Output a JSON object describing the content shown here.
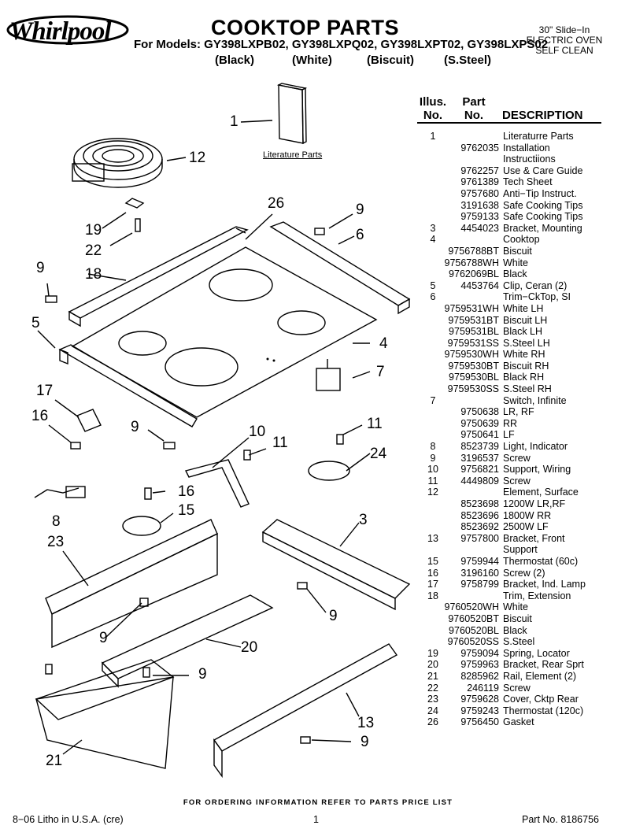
{
  "header": {
    "brand": "Whirlpool",
    "title": "COOKTOP PARTS",
    "models_line": "For Models: GY398LXPB02, GY398LXPQ02, GY398LXPT02, GY398LXPS02",
    "colors": [
      "(Black)",
      "(White)",
      "(Biscuit)",
      "(S.Steel)"
    ],
    "product_line1": "30\" Slide−In",
    "product_line2": "ELECTRIC OVEN",
    "product_line3": "SELF CLEAN"
  },
  "table_header": {
    "illus_1": "Illus.",
    "illus_2": "No.",
    "part_1": "Part",
    "part_2": "No.",
    "description": "DESCRIPTION"
  },
  "parts": [
    {
      "illus": "1",
      "part": "",
      "desc": "Literaturre Parts"
    },
    {
      "illus": "",
      "part": "9762035",
      "desc": "Installation"
    },
    {
      "illus": "",
      "part": "",
      "desc": "Instructiions"
    },
    {
      "illus": "",
      "part": "9762257",
      "desc": "Use & Care Guide"
    },
    {
      "illus": "",
      "part": "9761389",
      "desc": "Tech Sheet"
    },
    {
      "illus": "",
      "part": "9757680",
      "desc": "Anti−Tip Instruct."
    },
    {
      "illus": "",
      "part": "3191638",
      "desc": "Safe Cooking Tips"
    },
    {
      "illus": "",
      "part": "9759133",
      "desc": "Safe Cooking Tips"
    },
    {
      "illus": "3",
      "part": "4454023",
      "desc": "Bracket, Mounting"
    },
    {
      "illus": "4",
      "part": "",
      "desc": "Cooktop"
    },
    {
      "illus": "",
      "part": "9756788BT",
      "desc": "Biscuit"
    },
    {
      "illus": "",
      "part": "9756788WH",
      "desc": "White"
    },
    {
      "illus": "",
      "part": "9762069BL",
      "desc": "Black"
    },
    {
      "illus": "5",
      "part": "4453764",
      "desc": "Clip, Ceran (2)"
    },
    {
      "illus": "6",
      "part": "",
      "desc": "Trim−CkTop, SI"
    },
    {
      "illus": "",
      "part": "9759531WH",
      "desc": "White LH"
    },
    {
      "illus": "",
      "part": "9759531BT",
      "desc": "Biscuit LH"
    },
    {
      "illus": "",
      "part": "9759531BL",
      "desc": "Black LH"
    },
    {
      "illus": "",
      "part": "9759531SS",
      "desc": "S.Steel LH"
    },
    {
      "illus": "",
      "part": "9759530WH",
      "desc": "White RH"
    },
    {
      "illus": "",
      "part": "9759530BT",
      "desc": "Biscuit RH"
    },
    {
      "illus": "",
      "part": "9759530BL",
      "desc": "Black RH"
    },
    {
      "illus": "",
      "part": "9759530SS",
      "desc": "S.Steel RH"
    },
    {
      "illus": "7",
      "part": "",
      "desc": "Switch, Infinite"
    },
    {
      "illus": "",
      "part": "9750638",
      "desc": "LR, RF"
    },
    {
      "illus": "",
      "part": "9750639",
      "desc": "RR"
    },
    {
      "illus": "",
      "part": "9750641",
      "desc": "LF"
    },
    {
      "illus": "8",
      "part": "8523739",
      "desc": "Light, Indicator"
    },
    {
      "illus": "9",
      "part": "3196537",
      "desc": "Screw"
    },
    {
      "illus": "10",
      "part": "9756821",
      "desc": "Support, Wiring"
    },
    {
      "illus": "11",
      "part": "4449809",
      "desc": "Screw"
    },
    {
      "illus": "12",
      "part": "",
      "desc": "Element, Surface"
    },
    {
      "illus": "",
      "part": "8523698",
      "desc": "1200W LR,RF"
    },
    {
      "illus": "",
      "part": "8523696",
      "desc": "1800W RR"
    },
    {
      "illus": "",
      "part": "8523692",
      "desc": "2500W LF"
    },
    {
      "illus": "13",
      "part": "9757800",
      "desc": "Bracket, Front"
    },
    {
      "illus": "",
      "part": "",
      "desc": "Support"
    },
    {
      "illus": "15",
      "part": "9759944",
      "desc": "Thermostat (60c)"
    },
    {
      "illus": "16",
      "part": "3196160",
      "desc": "Screw (2)"
    },
    {
      "illus": "17",
      "part": "9758799",
      "desc": "Bracket, Ind. Lamp"
    },
    {
      "illus": "18",
      "part": "",
      "desc": "Trim, Extension"
    },
    {
      "illus": "",
      "part": "9760520WH",
      "desc": "White"
    },
    {
      "illus": "",
      "part": "9760520BT",
      "desc": "Biscuit"
    },
    {
      "illus": "",
      "part": "9760520BL",
      "desc": "Black"
    },
    {
      "illus": "",
      "part": "9760520SS",
      "desc": "S.Steel"
    },
    {
      "illus": "19",
      "part": "9759094",
      "desc": "Spring, Locator"
    },
    {
      "illus": "20",
      "part": "9759963",
      "desc": "Bracket, Rear Sprt"
    },
    {
      "illus": "21",
      "part": "8285962",
      "desc": "Rail, Element (2)"
    },
    {
      "illus": "22",
      "part": "246119",
      "desc": "Screw"
    },
    {
      "illus": "23",
      "part": "9759628",
      "desc": "Cover, Cktp Rear"
    },
    {
      "illus": "24",
      "part": "9759243",
      "desc": "Thermostat (120c)"
    },
    {
      "illus": "26",
      "part": "9756450",
      "desc": "Gasket"
    }
  ],
  "diagram": {
    "literature_label": "Literature Parts",
    "callouts": [
      "1",
      "12",
      "19",
      "22",
      "26",
      "9",
      "6",
      "9",
      "18",
      "5",
      "4",
      "7",
      "17",
      "16",
      "9",
      "10",
      "11",
      "11",
      "24",
      "8",
      "16",
      "15",
      "3",
      "23",
      "9",
      "9",
      "20",
      "9",
      "21",
      "13",
      "9"
    ]
  },
  "footer": {
    "note": "FOR ORDERING INFORMATION REFER TO PARTS PRICE LIST",
    "left": "8−06 Litho in U.S.A. (cre)",
    "page": "1",
    "part_no": "Part No. 8186756"
  }
}
